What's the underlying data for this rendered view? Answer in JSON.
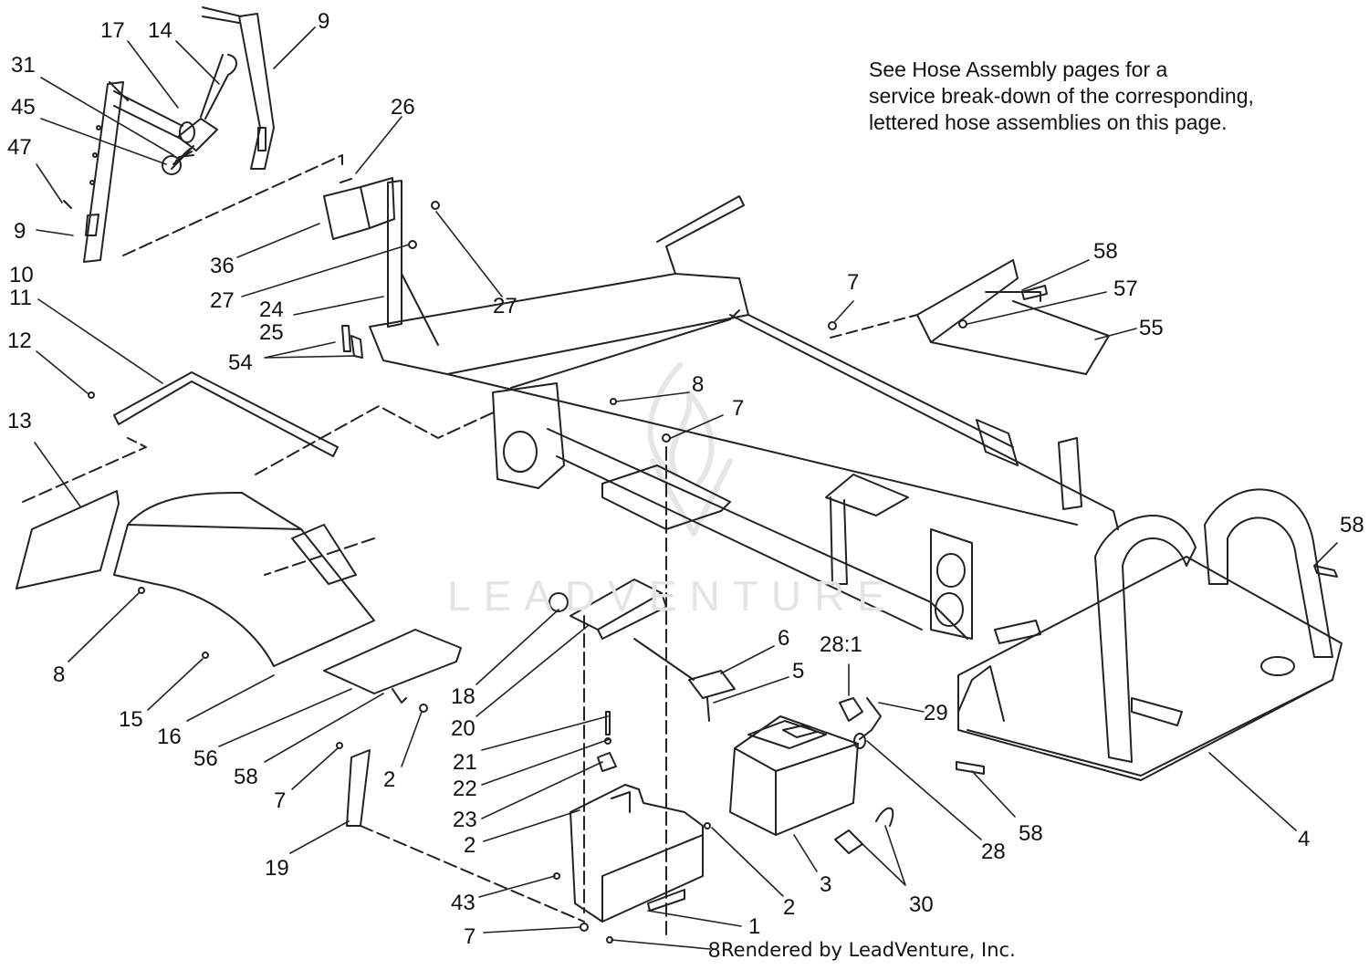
{
  "note": {
    "lines": [
      "See Hose Assembly pages for a",
      "service break-down of the corresponding,",
      "lettered hose assemblies on this page."
    ]
  },
  "watermark": {
    "text": "LEADVENTURE"
  },
  "credit": {
    "text": "Rendered by LeadVenture, Inc."
  },
  "callouts": [
    {
      "id": "c9a",
      "label": "9"
    },
    {
      "id": "c17",
      "label": "17"
    },
    {
      "id": "c14",
      "label": "14"
    },
    {
      "id": "c31",
      "label": "31"
    },
    {
      "id": "c45",
      "label": "45"
    },
    {
      "id": "c47",
      "label": "47"
    },
    {
      "id": "c9b",
      "label": "9"
    },
    {
      "id": "c26",
      "label": "26"
    },
    {
      "id": "c36",
      "label": "36"
    },
    {
      "id": "c27a",
      "label": "27"
    },
    {
      "id": "c27b",
      "label": "27"
    },
    {
      "id": "c24",
      "label": "24"
    },
    {
      "id": "c25",
      "label": "25"
    },
    {
      "id": "c54",
      "label": "54"
    },
    {
      "id": "c10",
      "label": "10"
    },
    {
      "id": "c11",
      "label": "11"
    },
    {
      "id": "c12",
      "label": "12"
    },
    {
      "id": "c13",
      "label": "13"
    },
    {
      "id": "c8a",
      "label": "8"
    },
    {
      "id": "c15",
      "label": "15"
    },
    {
      "id": "c16",
      "label": "16"
    },
    {
      "id": "c56",
      "label": "56"
    },
    {
      "id": "c58a",
      "label": "58"
    },
    {
      "id": "c7a",
      "label": "7"
    },
    {
      "id": "c2a",
      "label": "2"
    },
    {
      "id": "c19",
      "label": "19"
    },
    {
      "id": "c18",
      "label": "18"
    },
    {
      "id": "c20",
      "label": "20"
    },
    {
      "id": "c21",
      "label": "21"
    },
    {
      "id": "c22",
      "label": "22"
    },
    {
      "id": "c23",
      "label": "23"
    },
    {
      "id": "c2b",
      "label": "2"
    },
    {
      "id": "c43",
      "label": "43"
    },
    {
      "id": "c7b",
      "label": "7"
    },
    {
      "id": "c1",
      "label": "1"
    },
    {
      "id": "c8b",
      "label": "8"
    },
    {
      "id": "c2c",
      "label": "2"
    },
    {
      "id": "c3",
      "label": "3"
    },
    {
      "id": "c6",
      "label": "6"
    },
    {
      "id": "c5",
      "label": "5"
    },
    {
      "id": "c281",
      "label": "28:1"
    },
    {
      "id": "c29",
      "label": "29"
    },
    {
      "id": "c28",
      "label": "28"
    },
    {
      "id": "c30",
      "label": "30"
    },
    {
      "id": "c58b",
      "label": "58"
    },
    {
      "id": "c4",
      "label": "4"
    },
    {
      "id": "c58c",
      "label": "58"
    },
    {
      "id": "c8c",
      "label": "8"
    },
    {
      "id": "c7c",
      "label": "7"
    },
    {
      "id": "c7d",
      "label": "7"
    },
    {
      "id": "c58d",
      "label": "58"
    },
    {
      "id": "c57",
      "label": "57"
    },
    {
      "id": "c55",
      "label": "55"
    }
  ]
}
